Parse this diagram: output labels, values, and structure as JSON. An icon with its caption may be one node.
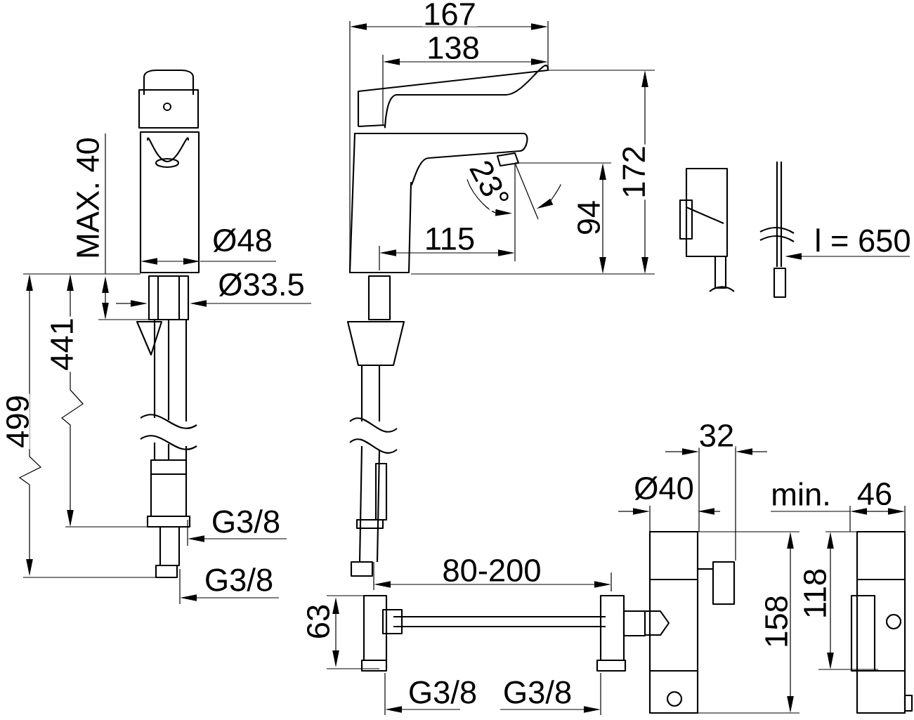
{
  "diagram": {
    "labels": [
      "167",
      "138",
      "MAX. 40",
      "23°",
      "172",
      "Ø48",
      "115",
      "94",
      "l = 650",
      "Ø33.5",
      "441",
      "499",
      "G3/8",
      "G3/8",
      "32",
      "Ø40",
      "min.",
      "46",
      "80-200",
      "63",
      "158",
      "118",
      "G3/8",
      "G3/8"
    ]
  }
}
